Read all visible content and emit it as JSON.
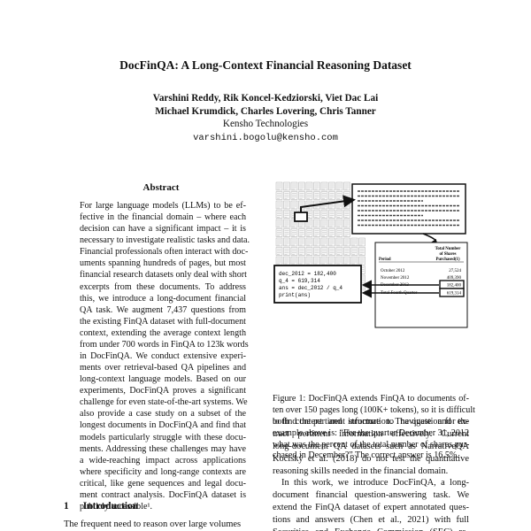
{
  "paper": {
    "title": "DocFinQA: A Long-Context Financial Reasoning Dataset",
    "authors_line1": "Varshini Reddy, Rik Koncel-Kedziorski, Viet Dac Lai",
    "authors_line2": "Michael Krumdick, Charles Lovering, Chris Tanner",
    "affiliation": "Kensho Technologies",
    "email": "varshini.bogolu@kensho.com"
  },
  "abstract": {
    "heading": "Abstract",
    "lines": [
      "For large language models (LLMs) to be ef-",
      "fective in the financial domain – where each",
      "decision can have a significant impact – it is",
      "necessary to investigate realistic tasks and data.",
      "Financial professionals often interact with doc-",
      "uments spanning hundreds of pages, but most",
      "financial research datasets only deal with short",
      "excerpts from these documents.  To address",
      "this, we introduce a long-document financial",
      "QA task.  We augment 7,437 questions from",
      "the existing FinQA dataset with full-document",
      "context, extending the average context length",
      "from under 700 words in FinQA to 123k words",
      "in DocFinQA. We conduct extensive experi-",
      "ments over retrieval-based QA pipelines and",
      "long-context language models.  Based on our",
      "experiments, DocFinQA proves a significant",
      "challenge for even state-of-the-art systems. We",
      "also provide a case study on a subset of the",
      "longest documents in DocFinQA and find that",
      "models particularly struggle with these docu-",
      "ments. Addressing these challenges may have",
      "a wide-reaching impact across applications",
      "where specificity and long-range contexts are",
      "critical, like gene sequences and legal docu-",
      "ment contract analysis. DocFinQA dataset is",
      "publicly accessible¹."
    ]
  },
  "introduction": {
    "number": "1",
    "heading": "Introduction",
    "first_line": "The frequent need to reason over large volumes"
  },
  "figure": {
    "table_header": [
      "Total Number",
      "of Shares",
      "Purchased(1)"
    ],
    "table_period_label": "Period",
    "table_rows": [
      {
        "label": "October 2012",
        "value": "27,524"
      },
      {
        "label": "November 2012",
        "value": "409,390"
      },
      {
        "label": "December 2012",
        "value": "182,400"
      },
      {
        "label": "Total Fourth Quarter",
        "value": "619,314"
      }
    ],
    "code_lines": [
      "dec_2012 = 182,400",
      "q_4 = 619,314",
      "ans = dec_2012 / q_4",
      "print(ans)"
    ]
  },
  "caption": {
    "lines": [
      "Figure 1: DocFinQA extends FinQA to documents of-",
      "ten over 150 pages long (100K+ tokens), so it is difficult",
      "to find the pertinent information. The question for the",
      "example above is: “For the quarter December 31, 2012",
      "what was the percent of the total number of shares pur-",
      "chased in December?” The correct answer is 16.5%."
    ]
  },
  "right_column": {
    "lines": [
      "both content and structure to navigate and ex-",
      "tract pertinent information effectively.  Current",
      "long-document QA datasets such as NarrativeQA",
      "Kočiský et al. (2018) do not test the quantitative",
      "reasoning skills needed in the financial domain.",
      "In this work, we introduce DocFinQA, a long-",
      "document financial question-answering task. We",
      "extend the FinQA dataset of expert annotated ques-",
      "tions and answers (Chen et al., 2021) with full",
      "Securities and Exchange Commission (SEC) re-"
    ]
  }
}
